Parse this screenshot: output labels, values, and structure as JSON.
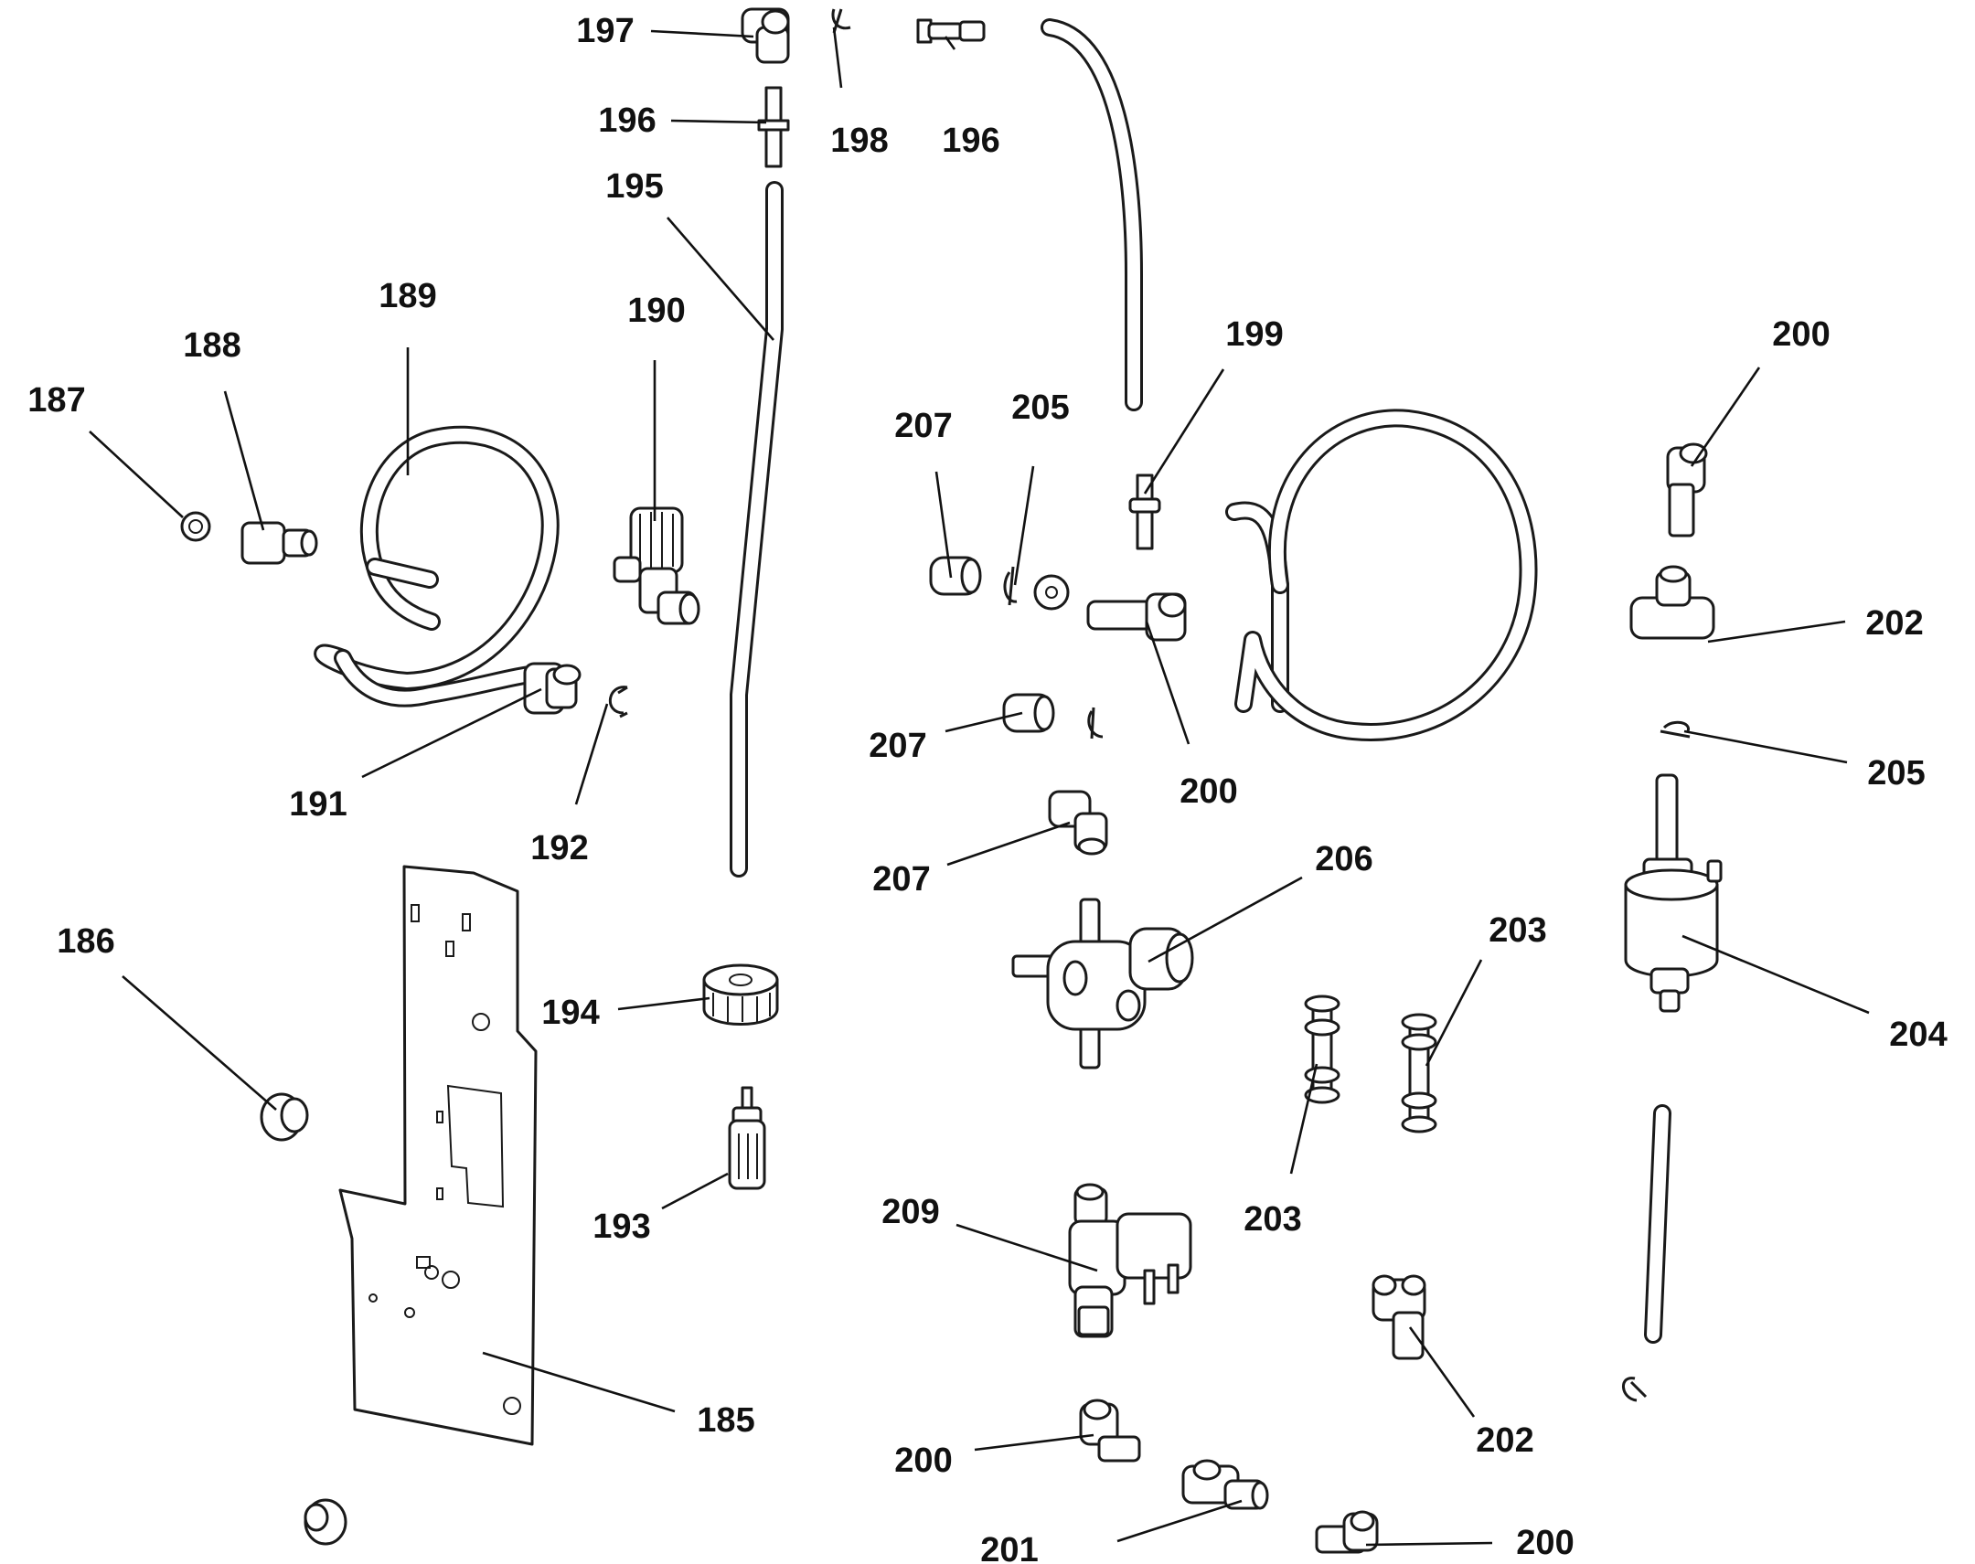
{
  "callouts": [
    {
      "id": "c185",
      "text": "185"
    },
    {
      "id": "c186",
      "text": "186"
    },
    {
      "id": "c187",
      "text": "187"
    },
    {
      "id": "c188",
      "text": "188"
    },
    {
      "id": "c189",
      "text": "189"
    },
    {
      "id": "c190",
      "text": "190"
    },
    {
      "id": "c191",
      "text": "191"
    },
    {
      "id": "c192",
      "text": "192"
    },
    {
      "id": "c193",
      "text": "193"
    },
    {
      "id": "c194",
      "text": "194"
    },
    {
      "id": "c195",
      "text": "195"
    },
    {
      "id": "c196a",
      "text": "196"
    },
    {
      "id": "c196b",
      "text": "196"
    },
    {
      "id": "c197",
      "text": "197"
    },
    {
      "id": "c198",
      "text": "198"
    },
    {
      "id": "c199",
      "text": "199"
    },
    {
      "id": "c200a",
      "text": "200"
    },
    {
      "id": "c200b",
      "text": "200"
    },
    {
      "id": "c200c",
      "text": "200"
    },
    {
      "id": "c200d",
      "text": "200"
    },
    {
      "id": "c201",
      "text": "201"
    },
    {
      "id": "c202a",
      "text": "202"
    },
    {
      "id": "c202b",
      "text": "202"
    },
    {
      "id": "c203a",
      "text": "203"
    },
    {
      "id": "c203b",
      "text": "203"
    },
    {
      "id": "c204",
      "text": "204"
    },
    {
      "id": "c205a",
      "text": "205"
    },
    {
      "id": "c205b",
      "text": "205"
    },
    {
      "id": "c206",
      "text": "206"
    },
    {
      "id": "c207a",
      "text": "207"
    },
    {
      "id": "c207b",
      "text": "207"
    },
    {
      "id": "c207c",
      "text": "207"
    },
    {
      "id": "c209",
      "text": "209"
    }
  ]
}
